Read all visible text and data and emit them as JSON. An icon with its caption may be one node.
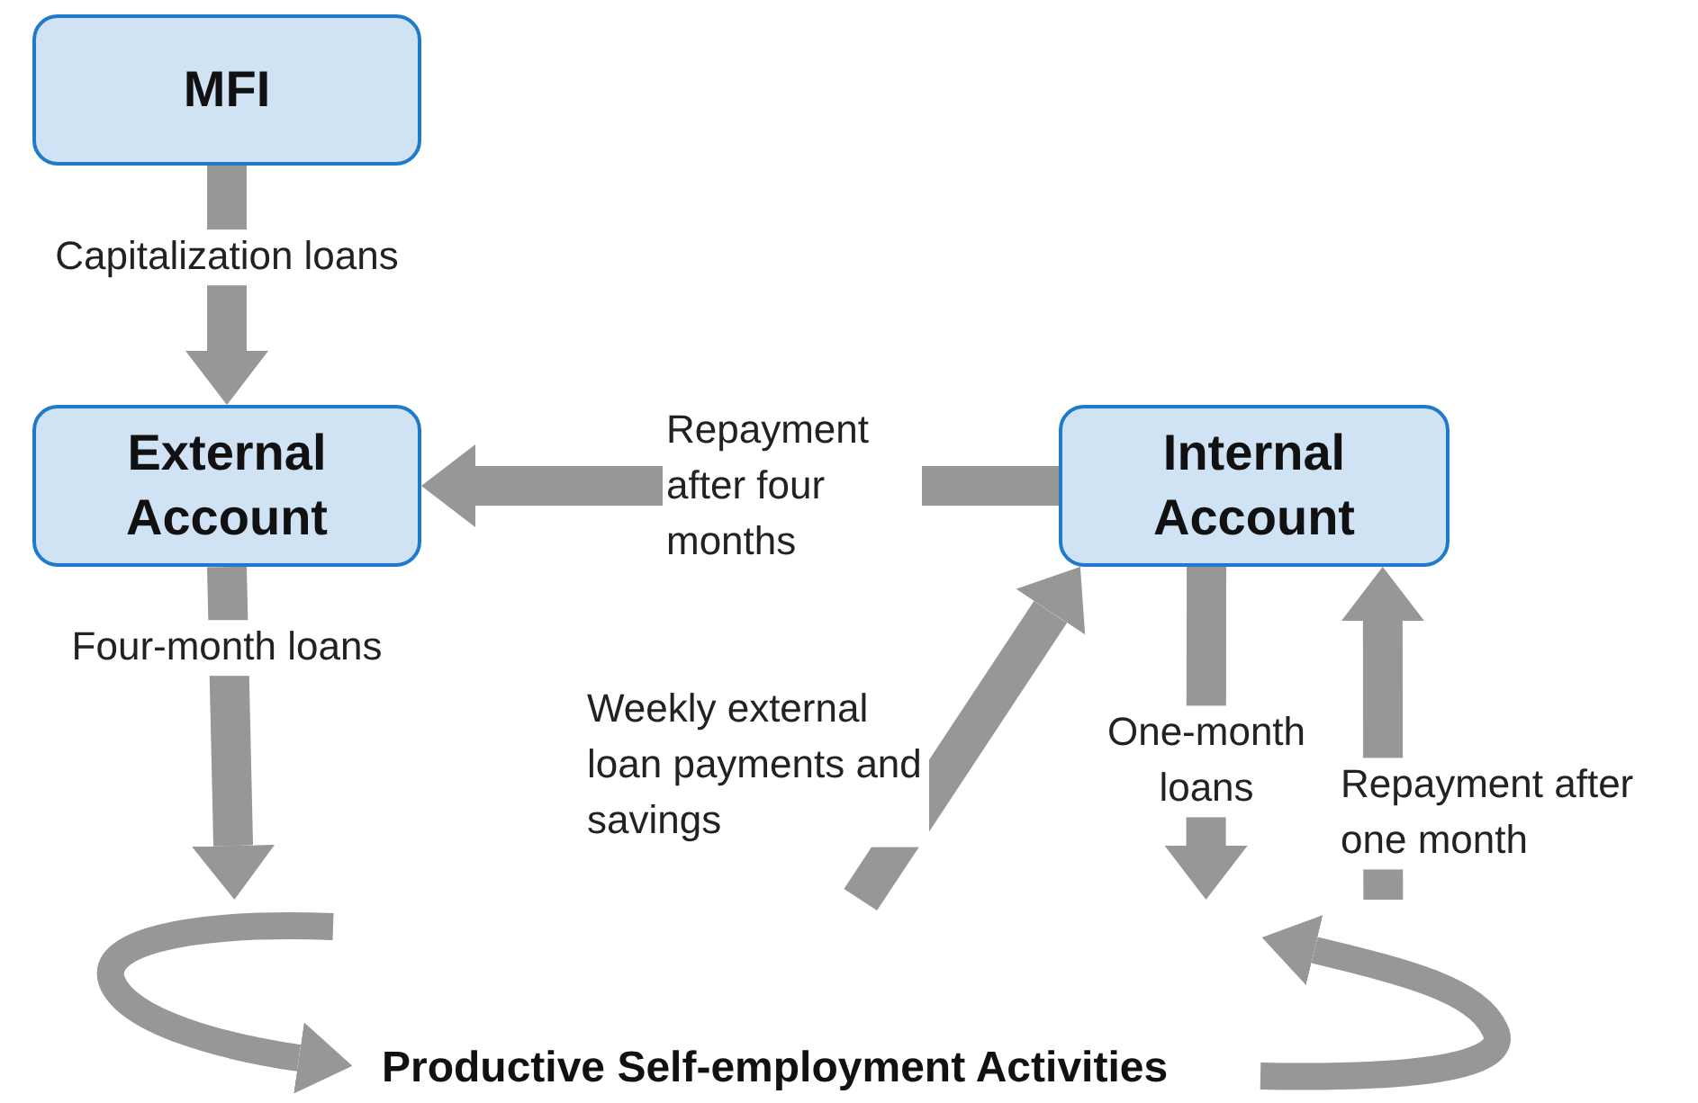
{
  "diagram": {
    "nodes": [
      {
        "text": [
          "MFI"
        ]
      },
      {
        "text": [
          "External Account"
        ]
      },
      {
        "text": [
          "Internal Account"
        ]
      },
      {
        "text": [
          "Productive Self-employment Activities"
        ]
      }
    ],
    "edges": [
      {
        "from": 0,
        "to": 1,
        "arrow": "to",
        "label": "Capitalization loans"
      },
      {
        "from": 2,
        "to": 1,
        "arrow": "to",
        "label": "Repayment after four months"
      },
      {
        "from": 1,
        "to": 3,
        "arrow": "to",
        "label": "Four-month loans"
      },
      {
        "from": 3,
        "to": 2,
        "arrow": "to",
        "label": "Weekly external loan payments and savings"
      },
      {
        "from": 2,
        "to": 3,
        "arrow": "to",
        "label": "One-month loans"
      },
      {
        "from": 3,
        "to": 2,
        "arrow": "to",
        "label": "Repayment after one month"
      }
    ]
  }
}
